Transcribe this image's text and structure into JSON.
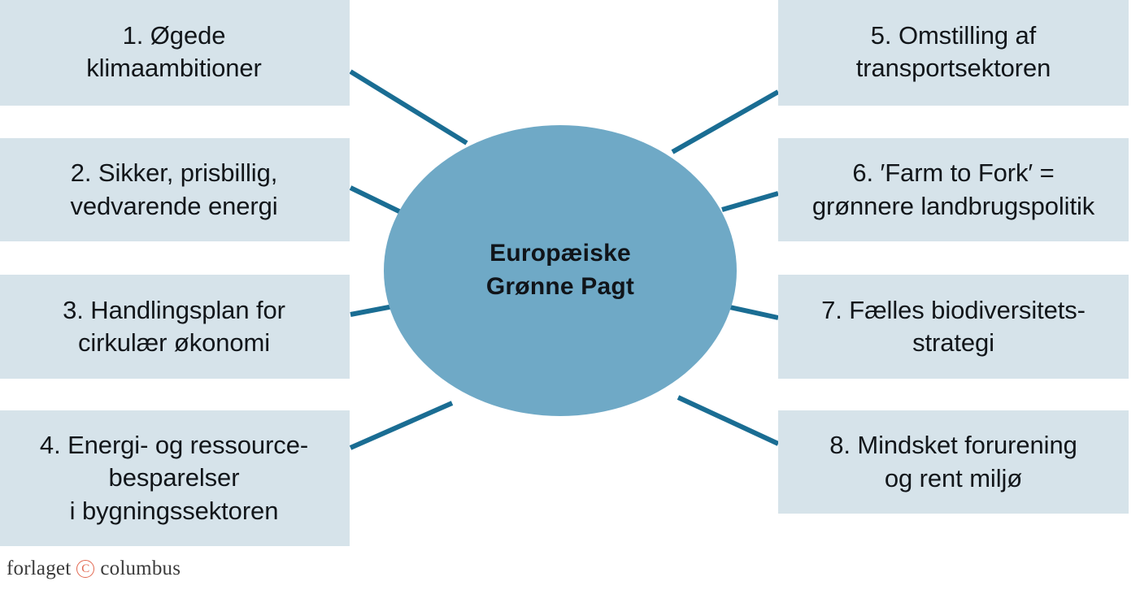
{
  "diagram": {
    "title": "Europæiske Grønne Pagt",
    "center": {
      "label": "Europæiske\nGrønne Pagt",
      "fill_color": "#6fa9c6",
      "text_color": "#101419"
    },
    "style": {
      "box_fill": "#d6e3ea",
      "connector_color": "#1a6d93",
      "background": "#ffffff",
      "text_color": "#12161a"
    },
    "nodes_left": [
      {
        "number": "1.",
        "label": "1. Øgede\nklimaambitioner"
      },
      {
        "number": "2.",
        "label": "2. Sikker, prisbillig,\nvedvarende energi"
      },
      {
        "number": "3.",
        "label": "3. Handlingsplan for\ncirkulær økonomi"
      },
      {
        "number": "4.",
        "label": "4. Energi- og ressource-\nbesparelser\ni bygningssektoren"
      }
    ],
    "nodes_right": [
      {
        "number": "5.",
        "label": "5. Omstilling af\ntransportsektoren"
      },
      {
        "number": "6.",
        "label": "6. ′Farm to Fork′ =\ngrønnere landbrugspolitik"
      },
      {
        "number": "7.",
        "label": "7. Fælles biodiversitets-\nstrategi"
      },
      {
        "number": "8.",
        "label": "8. Mindsket forurening\nog rent miljø"
      }
    ],
    "connectors": [
      {
        "from": "center",
        "to": "node-1"
      },
      {
        "from": "center",
        "to": "node-2"
      },
      {
        "from": "center",
        "to": "node-3"
      },
      {
        "from": "center",
        "to": "node-4"
      },
      {
        "from": "center",
        "to": "node-5"
      },
      {
        "from": "center",
        "to": "node-6"
      },
      {
        "from": "center",
        "to": "node-7"
      },
      {
        "from": "center",
        "to": "node-8"
      }
    ]
  },
  "brand": {
    "prefix": "forlaget",
    "mark": "C",
    "suffix": "columbus"
  }
}
